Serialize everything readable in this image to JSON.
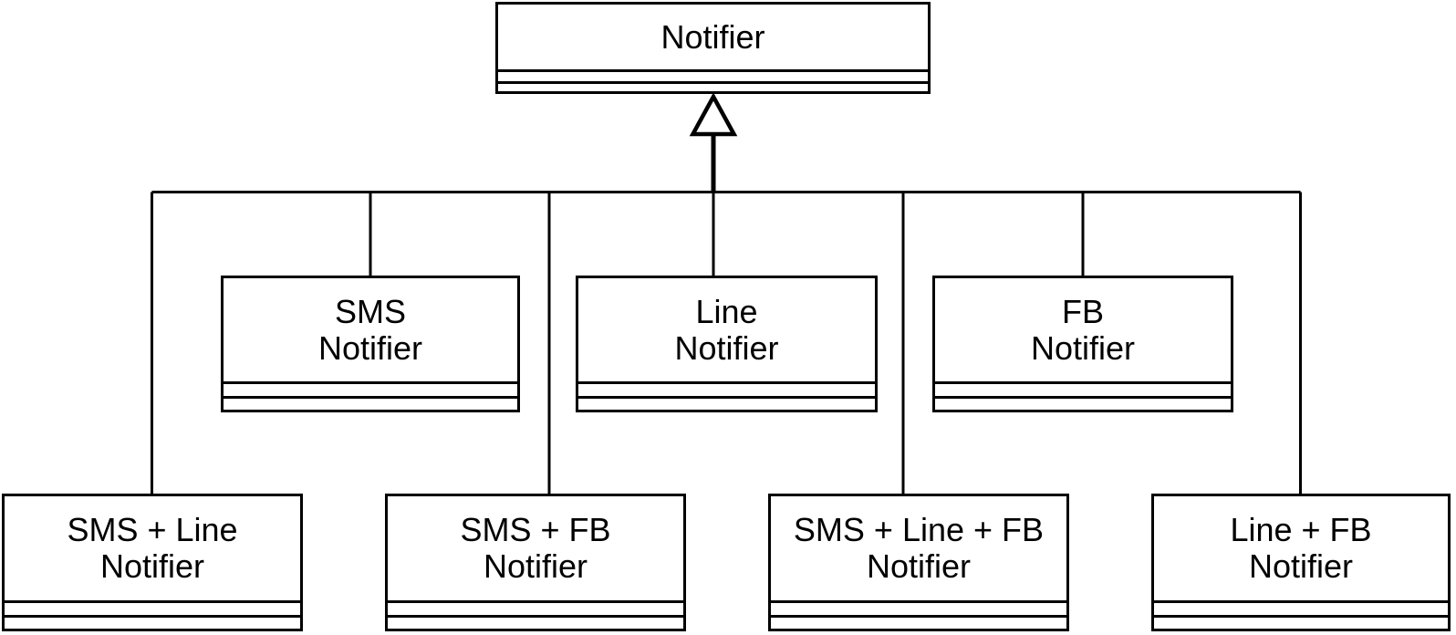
{
  "diagram": {
    "type": "uml-class-diagram",
    "colors": {
      "stroke": "#000000",
      "box_fill": "#ffffff",
      "background": "#ffffff"
    },
    "classes": [
      {
        "id": "notifier",
        "name": "Notifier"
      },
      {
        "id": "sms-notifier",
        "name": "SMS\nNotifier"
      },
      {
        "id": "line-notifier",
        "name": "Line\nNotifier"
      },
      {
        "id": "fb-notifier",
        "name": "FB\nNotifier"
      },
      {
        "id": "sms-line-notifier",
        "name": "SMS + Line\nNotifier"
      },
      {
        "id": "sms-fb-notifier",
        "name": "SMS + FB\nNotifier"
      },
      {
        "id": "sms-line-fb-notifier",
        "name": "SMS + Line + FB\nNotifier"
      },
      {
        "id": "line-fb-notifier",
        "name": "Line + FB\nNotifier"
      }
    ],
    "relationship": {
      "type": "generalization",
      "parent": "Notifier",
      "children": [
        "SMS Notifier",
        "Line Notifier",
        "FB Notifier",
        "SMS + Line Notifier",
        "SMS + FB Notifier",
        "SMS + Line + FB Notifier",
        "Line + FB Notifier"
      ]
    }
  }
}
